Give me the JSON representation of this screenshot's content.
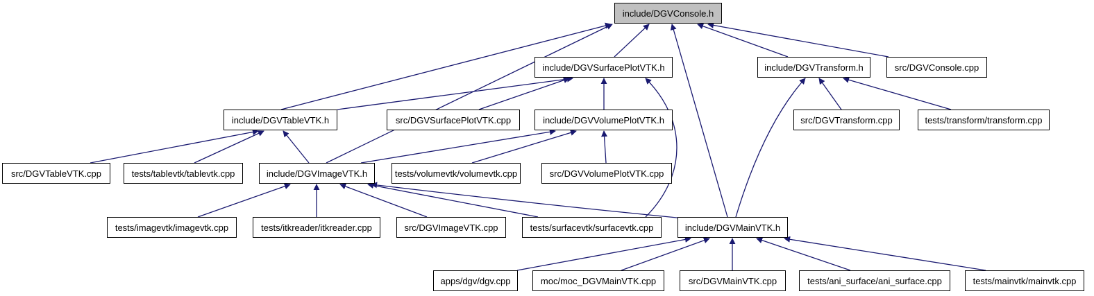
{
  "colors": {
    "edge": "#191970",
    "root_fill": "#c0c0c0",
    "node_fill": "#ffffff",
    "border": "#000000"
  },
  "nodes": {
    "console_h": "include/DGVConsole.h",
    "surfaceplot_h": "include/DGVSurfacePlotVTK.h",
    "transform_h": "include/DGVTransform.h",
    "console_cpp": "src/DGVConsole.cpp",
    "table_h": "include/DGVTableVTK.h",
    "surfaceplot_cpp": "src/DGVSurfacePlotVTK.cpp",
    "volumeplot_h": "include/DGVVolumePlotVTK.h",
    "transform_cpp": "src/DGVTransform.cpp",
    "transform_test": "tests/transform/transform.cpp",
    "table_cpp": "src/DGVTableVTK.cpp",
    "tablevtk_test": "tests/tablevtk/tablevtk.cpp",
    "image_h": "include/DGVImageVTK.h",
    "volumevtk_test": "tests/volumevtk/volumevtk.cpp",
    "volumeplot_cpp": "src/DGVVolumePlotVTK.cpp",
    "imagevtk_test": "tests/imagevtk/imagevtk.cpp",
    "itkreader_test": "tests/itkreader/itkreader.cpp",
    "image_cpp": "src/DGVImageVTK.cpp",
    "surfacevtk_test": "tests/surfacevtk/surfacevtk.cpp",
    "mainvtk_h": "include/DGVMainVTK.h",
    "dgv_app": "apps/dgv/dgv.cpp",
    "moc_main": "moc/moc_DGVMainVTK.cpp",
    "mainvtk_cpp": "src/DGVMainVTK.cpp",
    "ani_surface_test": "tests/ani_surface/ani_surface.cpp",
    "mainvtk_test": "tests/mainvtk/mainvtk.cpp"
  }
}
